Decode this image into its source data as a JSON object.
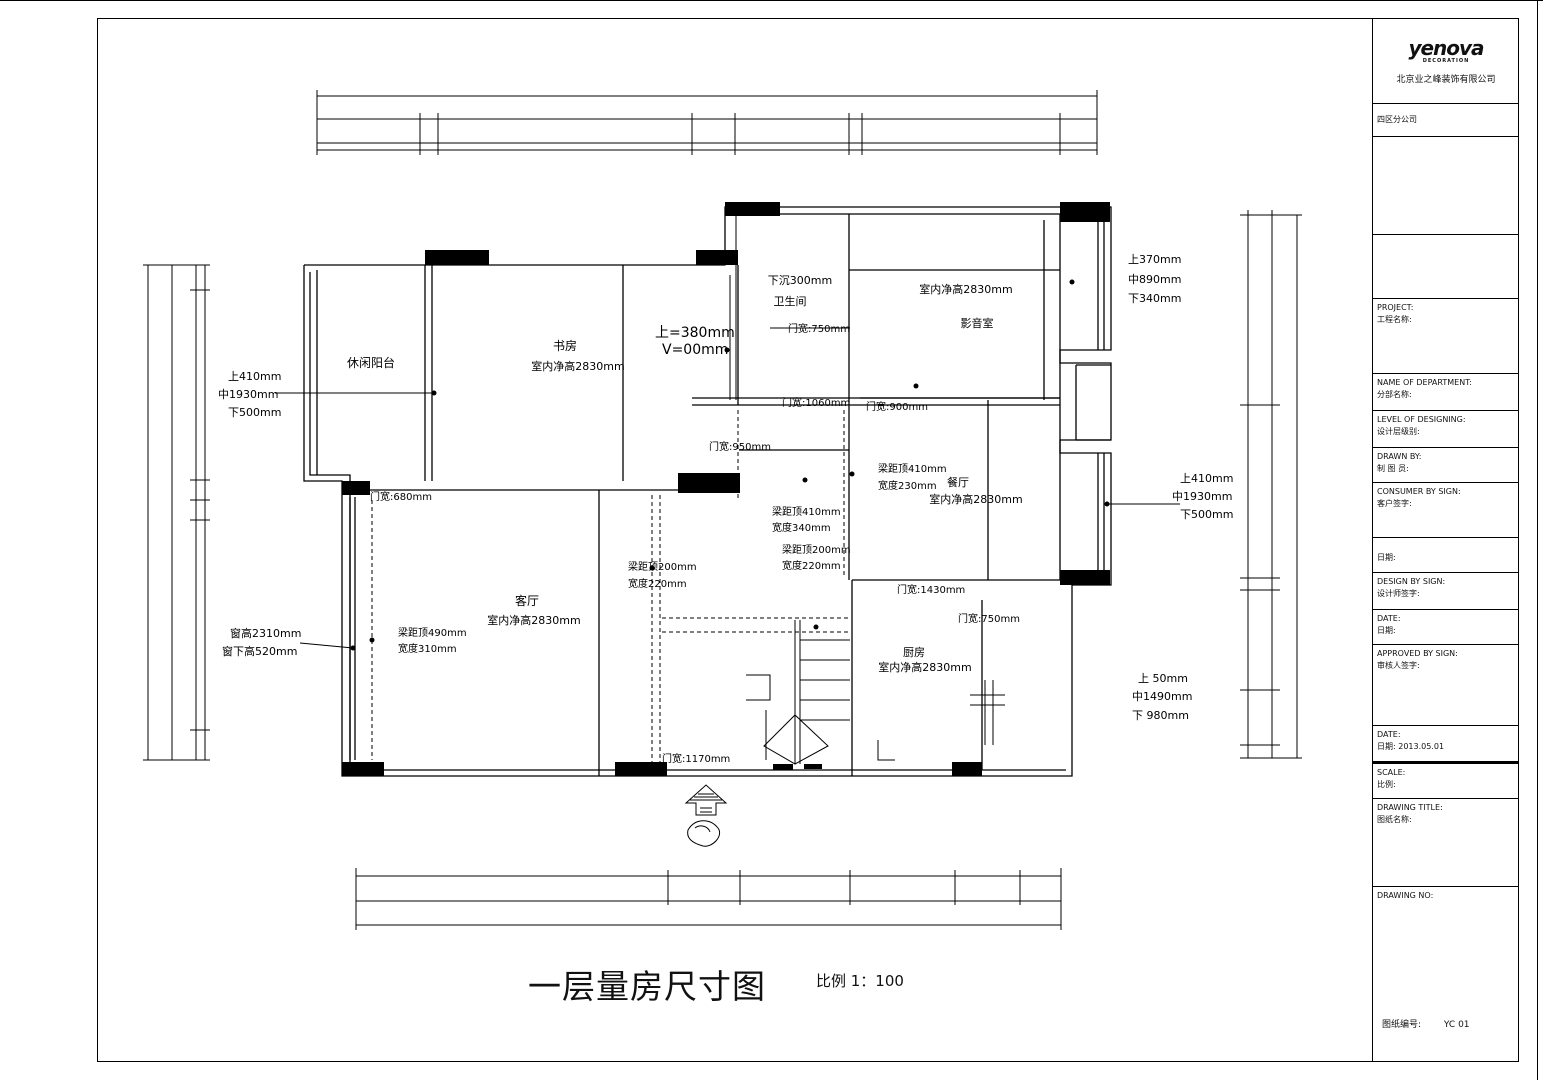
{
  "drawing": {
    "title": "一层量房尺寸图",
    "scale": "比例 1：100"
  },
  "company": {
    "logo": "yenova",
    "logo_sub": "DECORATION",
    "name": "北京业之峰装饰有限公司",
    "branch": "四区分公司"
  },
  "title_block": {
    "project_label": "PROJECT:",
    "project_cn": "工程名称:",
    "dept_label": "NAME OF DEPARTMENT:",
    "dept_cn": "分部名称:",
    "level_label": "LEVEL OF DESIGNING:",
    "level_cn": "设计层级别:",
    "drawn_label": "DRAWN BY:",
    "drawn_cn": "制 图 员:",
    "consumer_label": "CONSUMER BY SIGN:",
    "consumer_cn": "客户签字:",
    "date1_cn": "日期:",
    "design_label": "DESIGN BY SIGN:",
    "design_cn": "设计师签字:",
    "date2_label": "DATE:",
    "date2_cn": "日期:",
    "approved_label": "APPROVED BY SIGN:",
    "approved_cn": "审核人签字:",
    "date3_label": "DATE:",
    "date3_value": "日期: 2013.05.01",
    "scale_label": "SCALE:",
    "scale_cn": "比例:",
    "drawing_title_label": "DRAWING TITLE:",
    "drawing_title_cn": "图纸名称:",
    "drawing_no_label": "DRAWING NO:",
    "drawing_no_cn": "图纸编号:",
    "drawing_no_value": "YC 01"
  },
  "rooms": {
    "study": "书房",
    "study_h": "室内净高2830mm",
    "leisure": "休闲阳台",
    "bath": "卫生间",
    "bath_drop": "下沉300mm",
    "av": "影音室",
    "av_h": "室内净高2830mm",
    "living": "客厅",
    "living_h": "室内净高2830mm",
    "dining": "餐厅",
    "dining_h": "室内净高2830mm",
    "kitchen": "厨房",
    "kitchen_h": "室内净高2830mm"
  },
  "notes": {
    "left_win": [
      "上410mm",
      "中1930mm",
      "下500mm"
    ],
    "right_top_win": [
      "上370mm",
      "中890mm",
      "下340mm"
    ],
    "right_mid_win": [
      "上410mm",
      "中1930mm",
      "下500mm"
    ],
    "right_low_win": [
      "上 50mm",
      "中1490mm",
      "下 980mm"
    ],
    "living_win": [
      "窗高2310mm",
      "窗下高520mm"
    ],
    "study_win": [
      "上=380mm",
      "V=00mm"
    ],
    "beam1": [
      "梁距顶490mm",
      "宽度310mm"
    ],
    "beam2": [
      "梁距顶200mm",
      "宽度220mm"
    ],
    "beam3": [
      "梁距顶410mm",
      "宽度340mm"
    ],
    "beam4": [
      "梁距顶200mm",
      "宽度220mm"
    ],
    "beam5": [
      "梁距顶410mm",
      "宽度230mm"
    ],
    "doors": [
      "门宽:750mm",
      "门宽:1060mm",
      "门宽:900mm",
      "门宽:950mm",
      "门宽:680mm",
      "门宽:1430mm",
      "门宽:750mm",
      "门宽:1170mm"
    ]
  }
}
